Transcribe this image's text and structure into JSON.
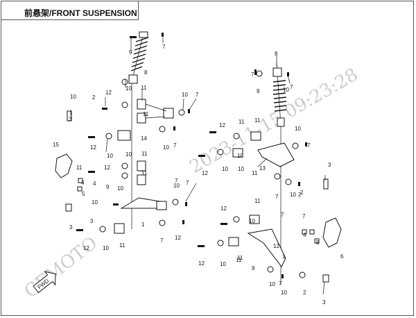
{
  "title": "前悬架/FRONT SUSPENSION",
  "watermark": {
    "brand": "CFMOTO",
    "datetime": "2023-11-15 09:23:28"
  },
  "fwd_label": "FWD",
  "callouts": {
    "left": [
      "9",
      "7",
      "8",
      "10",
      "11",
      "12",
      "2",
      "10",
      "7",
      "10",
      "3",
      "10",
      "7",
      "11",
      "14",
      "12",
      "10",
      "11",
      "10",
      "7",
      "15",
      "12",
      "11",
      "9",
      "10",
      "7",
      "4",
      "5",
      "3",
      "4",
      "1",
      "3",
      "12",
      "11",
      "10",
      "7",
      "12",
      "10",
      "11",
      "10"
    ],
    "right": [
      "8",
      "7",
      "9",
      "10",
      "7",
      "11",
      "12",
      "10",
      "7",
      "11",
      "10",
      "2",
      "10",
      "10",
      "7",
      "12",
      "10",
      "11",
      "13",
      "3",
      "2",
      "12",
      "11",
      "7",
      "10",
      "12",
      "10",
      "11",
      "7",
      "4",
      "5",
      "1",
      "6",
      "12",
      "10",
      "11",
      "9",
      "7",
      "10",
      "2",
      "3"
    ]
  }
}
